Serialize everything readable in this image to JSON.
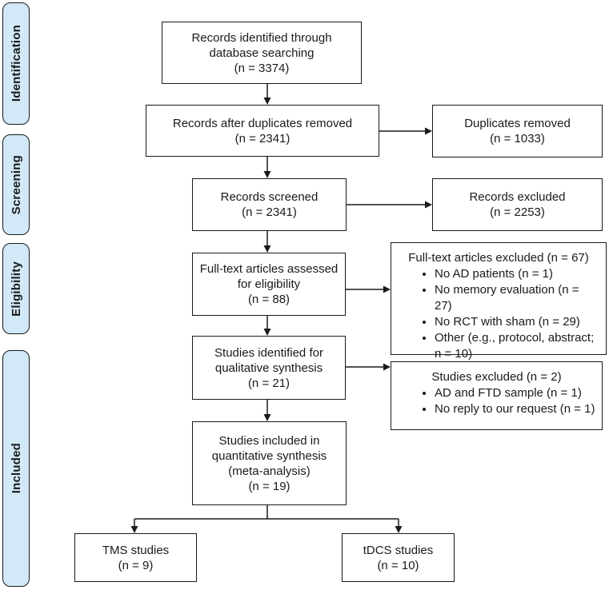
{
  "colors": {
    "sidebar_fill": "#d2e9f8",
    "line": "#1a1a1a",
    "box_bg": "#ffffff"
  },
  "sidebar": {
    "identification": "Identification",
    "screening": "Screening",
    "eligibility": "Eligibility",
    "included": "Included"
  },
  "boxes": {
    "records_identified": {
      "lines": [
        "Records identified through",
        "database searching",
        "(n = 3374)"
      ]
    },
    "records_after_duplicates": {
      "lines": [
        "Records after duplicates removed",
        "(n = 2341)"
      ]
    },
    "duplicates_removed": {
      "lines": [
        "Duplicates removed",
        "(n = 1033)"
      ]
    },
    "records_screened": {
      "lines": [
        "Records screened",
        "(n = 2341)"
      ]
    },
    "records_excluded": {
      "lines": [
        "Records excluded",
        "(n = 2253)"
      ]
    },
    "fulltext_assessed": {
      "lines": [
        "Full-text articles assessed",
        "for eligibility",
        "(n = 88)"
      ]
    },
    "fulltext_excluded": {
      "title": "Full-text articles excluded (n = 67)",
      "bullets": [
        "No AD patients (n = 1)",
        "No memory evaluation (n = 27)",
        "No RCT with sham (n = 29)",
        "Other (e.g., protocol, abstract; n = 10)"
      ]
    },
    "qualitative_synthesis": {
      "lines": [
        "Studies identified for",
        "qualitative synthesis",
        "(n = 21)"
      ]
    },
    "studies_excluded": {
      "title": "Studies excluded (n = 2)",
      "bullets": [
        "AD and FTD sample (n = 1)",
        "No reply to our request (n = 1)"
      ]
    },
    "quantitative_synthesis": {
      "lines": [
        "Studies included in",
        "quantitative synthesis",
        "(meta-analysis)",
        "(n = 19)"
      ]
    },
    "tms_studies": {
      "lines": [
        "TMS studies",
        "(n = 9)"
      ]
    },
    "tdcs_studies": {
      "lines": [
        "tDCS studies",
        "(n = 10)"
      ]
    }
  }
}
